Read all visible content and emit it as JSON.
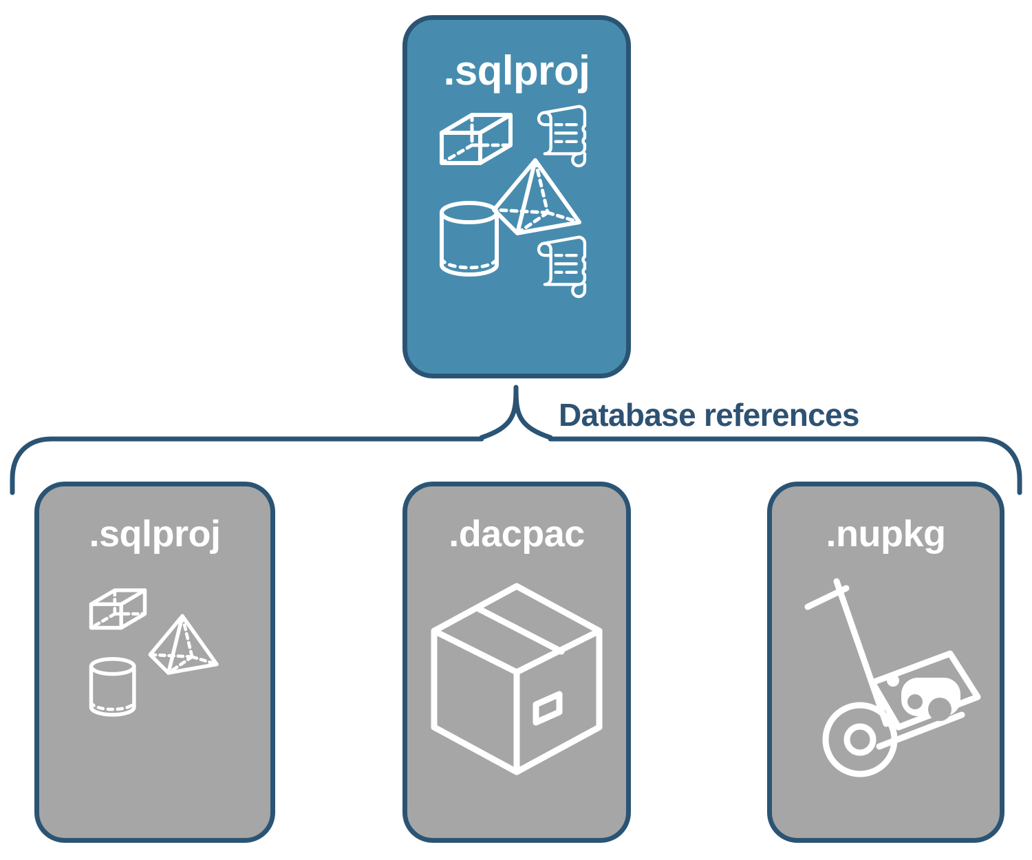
{
  "diagram": {
    "title_label": "Database references",
    "colors": {
      "card_primary_fill": "#478CAF",
      "card_reference_fill": "#A6A6A6",
      "stroke": "#2B5474",
      "label_text": "#2E5272",
      "icon_stroke": "#FFFFFF",
      "background": "#FFFFFF"
    },
    "root_card": {
      "title": ".sqlproj",
      "icons": [
        "cube-wireframe-icon",
        "pyramid-wireframe-icon",
        "cylinder-wireframe-icon",
        "scroll-script-icon",
        "scroll-script-icon"
      ]
    },
    "reference_cards": [
      {
        "id": "sqlproj",
        "title": ".sqlproj",
        "icons": [
          "cube-wireframe-icon",
          "pyramid-wireframe-icon",
          "cylinder-wireframe-icon"
        ]
      },
      {
        "id": "dacpac",
        "title": ".dacpac",
        "icons": [
          "package-box-icon"
        ]
      },
      {
        "id": "nupkg",
        "title": ".nupkg",
        "icons": [
          "hand-truck-package-icon"
        ]
      }
    ],
    "connector": {
      "type": "curly-brace",
      "name": "database-references-brace",
      "peak_label": "Database references"
    }
  }
}
